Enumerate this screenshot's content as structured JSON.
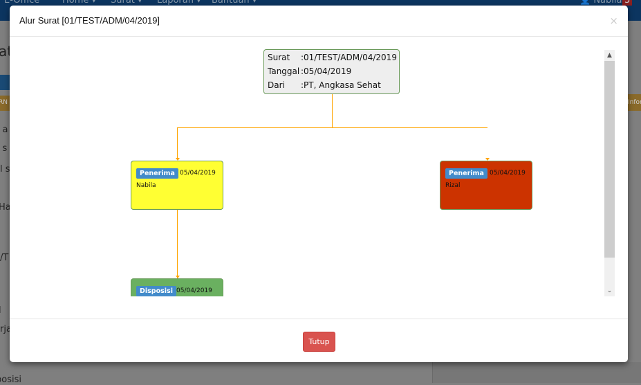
{
  "navbar": {
    "brand": "E-Office",
    "items": [
      "Home ▾",
      "Surat ▾",
      "Laporan ▾",
      "Bantuan ▾"
    ],
    "user": "Nabila",
    "notif_count": "3"
  },
  "background": {
    "fragments": [
      "at",
      "RN",
      "r a",
      "r s",
      "al s",
      "Hal",
      "a/T",
      "l",
      "erja",
      "posisi"
    ],
    "info_tab": "Infor"
  },
  "modal": {
    "title": "Alur Surat [01/TEST/ADM/04/2019]",
    "close": "×",
    "root": {
      "rows": [
        {
          "label": "Surat",
          "value": ":01/TEST/ADM/04/2019"
        },
        {
          "label": "Tanggal",
          "value": ":05/04/2019"
        },
        {
          "label": "Dari",
          "value": ":PT, Angkasa Sehat"
        }
      ]
    },
    "nodes": [
      {
        "badge": "Penerima",
        "date": "05/04/2019",
        "name": "Nabila",
        "color": "#ffff33"
      },
      {
        "badge": "Penerima",
        "date": "05/04/2019",
        "name": "Rizal",
        "color": "#cc3300"
      },
      {
        "badge": "Disposisi",
        "date": "05/04/2019",
        "name": "",
        "color": "#6ab060"
      }
    ],
    "footer_button": "Tutup"
  },
  "colors": {
    "connector": "#ffa500",
    "badge": "#428bca",
    "danger": "#d9534f"
  }
}
